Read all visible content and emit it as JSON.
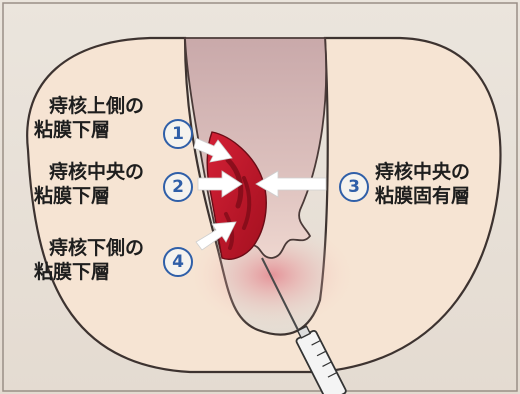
{
  "labels": {
    "upper": {
      "number": "1",
      "line1": "痔核上側の",
      "line2": "粘膜下層"
    },
    "middle": {
      "number": "2",
      "line1": "痔核中央の",
      "line2": "粘膜下層"
    },
    "lower": {
      "number": "4",
      "line1": "痔核下側の",
      "line2": "粘膜下層"
    },
    "center_right": {
      "number": "3",
      "line1": "痔核中央の",
      "line2": "粘膜固有層"
    }
  },
  "colors": {
    "buttock": "#f6e4d3",
    "canal": "#dcc0bd",
    "hemorrhoid": "#c0182a",
    "accent": "#2f5fa8"
  },
  "icons": [
    "arrow-icon",
    "syringe-icon"
  ]
}
